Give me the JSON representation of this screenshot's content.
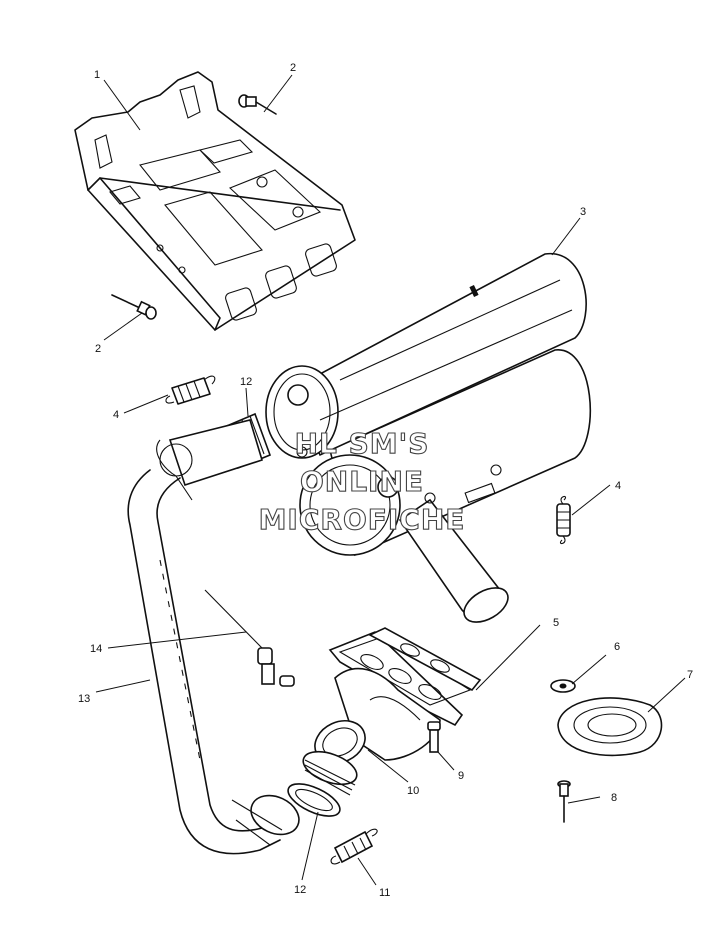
{
  "watermark": {
    "line1": "HL SM'S",
    "line2": "ONLINE",
    "line3": "MICROFICHE"
  },
  "callouts": [
    {
      "id": "callout-1",
      "label": "1"
    },
    {
      "id": "callout-2a",
      "label": "2"
    },
    {
      "id": "callout-2b",
      "label": "2"
    },
    {
      "id": "callout-3",
      "label": "3"
    },
    {
      "id": "callout-4a",
      "label": "4"
    },
    {
      "id": "callout-4b",
      "label": "4"
    },
    {
      "id": "callout-5",
      "label": "5"
    },
    {
      "id": "callout-6",
      "label": "6"
    },
    {
      "id": "callout-7",
      "label": "7"
    },
    {
      "id": "callout-8",
      "label": "8"
    },
    {
      "id": "callout-9",
      "label": "9"
    },
    {
      "id": "callout-10",
      "label": "10"
    },
    {
      "id": "callout-11",
      "label": "11"
    },
    {
      "id": "callout-12a",
      "label": "12"
    },
    {
      "id": "callout-12b",
      "label": "12"
    },
    {
      "id": "callout-13",
      "label": "13"
    },
    {
      "id": "callout-14",
      "label": "14"
    }
  ]
}
